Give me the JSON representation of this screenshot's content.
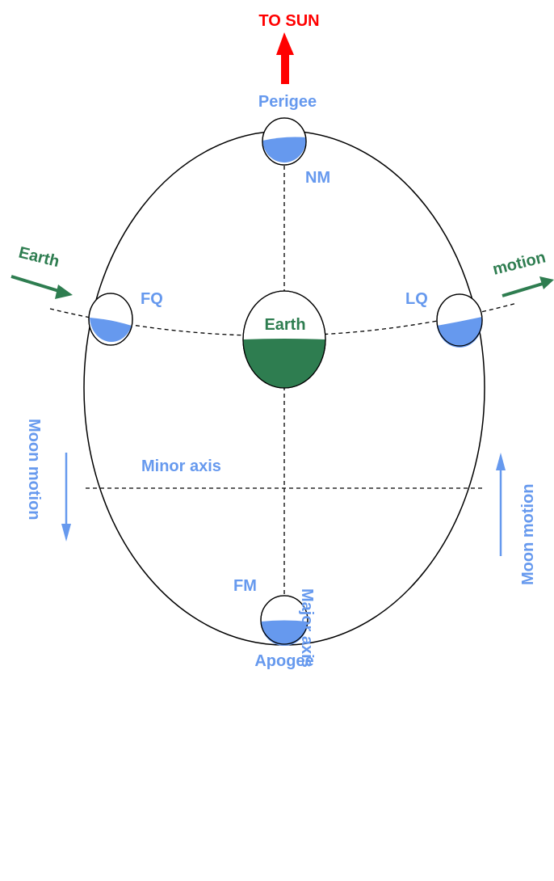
{
  "labels": {
    "to_sun": "TO SUN",
    "perigee": "Perigee",
    "apogee": "Apogee",
    "nm": "NM",
    "fm": "FM",
    "fq": "FQ",
    "lq": "LQ",
    "earth_center": "Earth",
    "earth_motion_left": "Earth",
    "earth_motion_right": "motion",
    "minor_axis": "Minor axis",
    "major_axis": "Major axis",
    "moon_motion_left": "Moon motion",
    "moon_motion_right": "Moon motion"
  },
  "colors": {
    "sun_arrow": "#ff0000",
    "moon_blue": "#6699ee",
    "label_blue": "#6699ee",
    "earth_green": "#2e7d50",
    "line": "#000000"
  }
}
